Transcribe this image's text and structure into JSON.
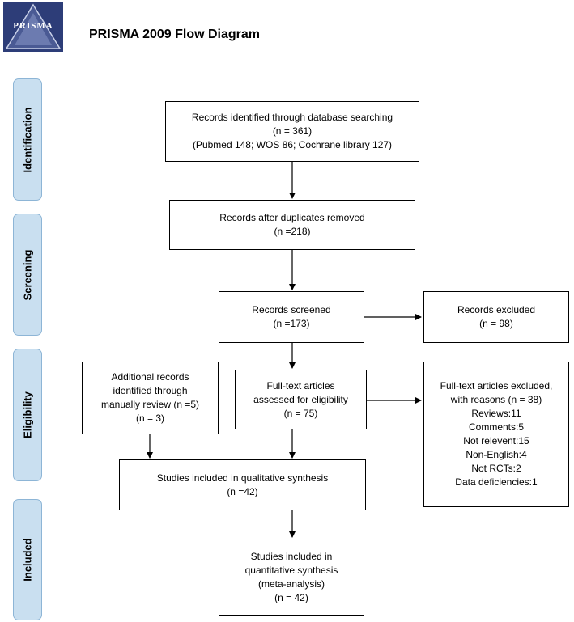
{
  "header": {
    "logo_text": "PRISMA",
    "title": "PRISMA 2009 Flow Diagram"
  },
  "phases": {
    "identification": "Identification",
    "screening": "Screening",
    "eligibility": "Eligibility",
    "included": "Included"
  },
  "boxes": {
    "identified": [
      "Records identified through database searching",
      "(n = 361)",
      "(Pubmed 148; WOS 86; Cochrane library 127)"
    ],
    "after_duplicates": [
      "Records after duplicates removed",
      "(n =218)"
    ],
    "screened": [
      "Records screened",
      "(n =173)"
    ],
    "excluded": [
      "Records excluded",
      "(n = 98)"
    ],
    "additional": [
      "Additional records",
      "identified through",
      "manually review (n =5)",
      "(n = 3)"
    ],
    "fulltext": [
      "Full-text articles",
      "assessed for eligibility",
      "(n = 75)"
    ],
    "fulltext_excluded": [
      "Full-text articles excluded,",
      "with reasons (n = 38)",
      "Reviews:11",
      "Comments:5",
      "Not relevent:15",
      "Non-English:4",
      "Not RCTs:2",
      "Data deficiencies:1"
    ],
    "qualitative": [
      "Studies included in qualitative synthesis",
      "(n =42)"
    ],
    "quantitative": [
      "Studies included in",
      "quantitative synthesis",
      "(meta-analysis)",
      "(n = 42)"
    ]
  }
}
